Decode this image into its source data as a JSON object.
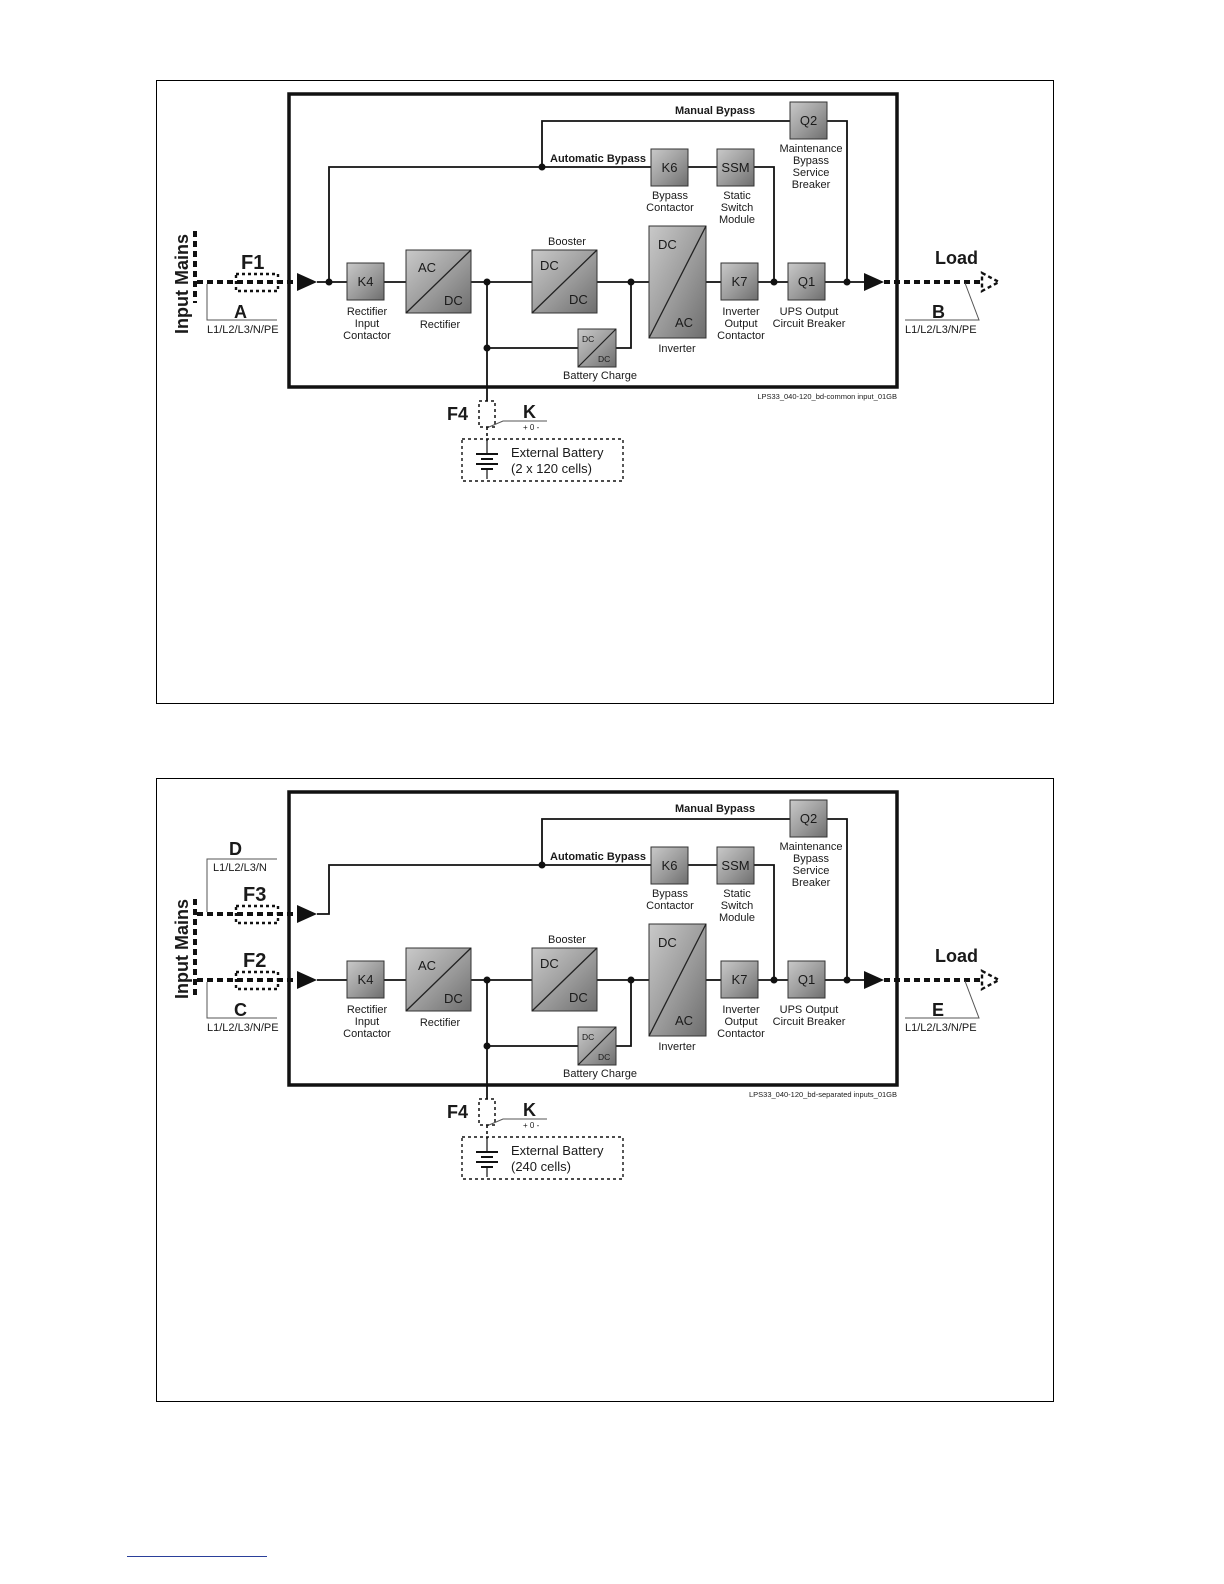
{
  "common": {
    "manual_bypass": "Manual Bypass",
    "automatic_bypass": "Automatic Bypass",
    "input_mains": "Input Mains",
    "load": "Load",
    "q2": "Q2",
    "q2_label": [
      "Maintenance",
      "Bypass",
      "Service",
      "Breaker"
    ],
    "k6": "K6",
    "k6_label": [
      "Bypass",
      "Contactor"
    ],
    "ssm": "SSM",
    "ssm_label": [
      "Static",
      "Switch",
      "Module"
    ],
    "k4": "K4",
    "k4_label": [
      "Rectifier",
      "Input",
      "Contactor"
    ],
    "rectifier_ac": "AC",
    "rectifier_dc": "DC",
    "rectifier_label": "Rectifier",
    "booster_title": "Booster",
    "booster_dc1": "DC",
    "booster_dc2": "DC",
    "inverter_dc": "DC",
    "inverter_ac": "AC",
    "inverter_label": "Inverter",
    "k7": "K7",
    "k7_label": [
      "Inverter",
      "Output",
      "Contactor"
    ],
    "q1": "Q1",
    "q1_label": [
      "UPS Output",
      "Circuit Breaker"
    ],
    "charger_dc1": "DC",
    "charger_dc2": "DC",
    "charger_label": "Battery Charge",
    "f4": "F4",
    "k": "K",
    "k_sub": "+ 0 -"
  },
  "diagram1": {
    "f1": "F1",
    "a": "A",
    "a_phases": "L1/L2/L3/N/PE",
    "b": "B",
    "b_phases": "L1/L2/L3/N/PE",
    "ref": "LPS33_040-120_bd-common input_01GB",
    "battery_title": "External Battery",
    "battery_cells": "(2 x 120 cells)"
  },
  "diagram2": {
    "d": "D",
    "d_phases": "L1/L2/L3/N",
    "f3": "F3",
    "f2": "F2",
    "c": "C",
    "c_phases": "L1/L2/L3/N/PE",
    "e": "E",
    "e_phases": "L1/L2/L3/N/PE",
    "ref": "LPS33_040-120_bd-separated inputs_01GB",
    "battery_title": "External Battery",
    "battery_cells": "(240 cells)"
  }
}
